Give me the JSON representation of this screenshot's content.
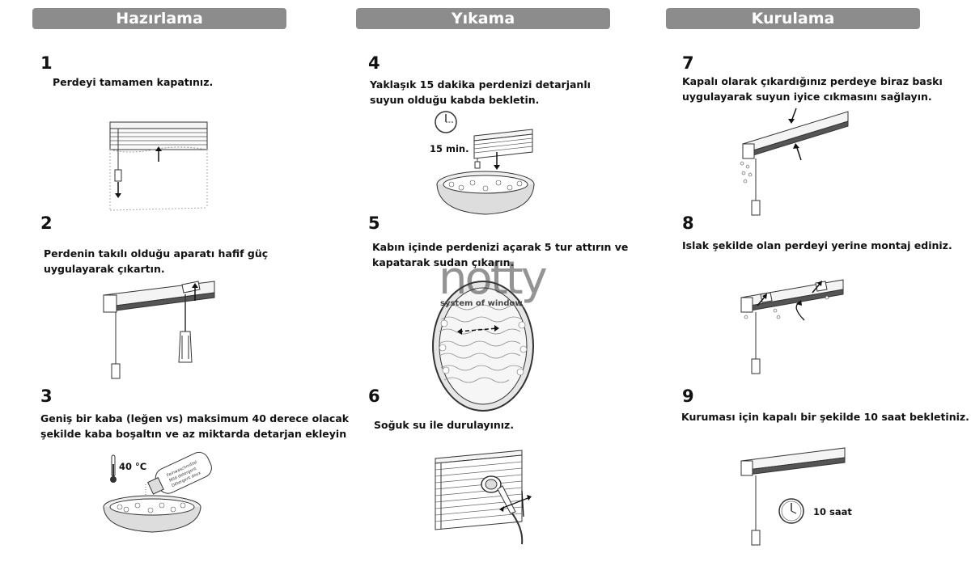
{
  "sections": [
    {
      "title": "Hazırlama"
    },
    {
      "title": "Yıkama"
    },
    {
      "title": "Kurulama"
    }
  ],
  "steps": [
    {
      "number": "1",
      "line1": "Perdeyi tamamen kapatınız.",
      "line2": ""
    },
    {
      "number": "2",
      "line1": "Perdenin takılı olduğu aparatı hafif güç",
      "line2": "uygulayarak çıkartın."
    },
    {
      "number": "3",
      "line1": "Geniş bir kaba (leğen vs) maksimum 40 derece olacak",
      "line2": "şekilde kaba boşaltın ve az miktarda detarjan ekleyin"
    },
    {
      "number": "4",
      "line1": "Yaklaşık 15 dakika perdenizi detarjanlı",
      "line2": "suyun olduğu kabda bekletin."
    },
    {
      "number": "5",
      "line1": "Kabın içinde perdenizi açarak 5 tur attırın ve",
      "line2": "kapatarak sudan çıkarın."
    },
    {
      "number": "6",
      "line1": "Soğuk su ile durulayınız.",
      "line2": ""
    },
    {
      "number": "7",
      "line1": "Kapalı olarak çıkardığınız perdeye biraz baskı",
      "line2": "uygulayarak suyun iyice cıkmasını sağlayın."
    },
    {
      "number": "8",
      "line1": "Islak şekilde olan perdeyi yerine montaj ediniz.",
      "line2": ""
    },
    {
      "number": "9",
      "line1": "Kuruması için kapalı bir şekilde 10 saat bekletiniz.",
      "line2": ""
    }
  ],
  "labels": {
    "temperature": "40 °C",
    "timer": "15 min.",
    "drying_time": "10 saat"
  },
  "watermark": {
    "brand": "notty",
    "tagline": "system of window"
  }
}
